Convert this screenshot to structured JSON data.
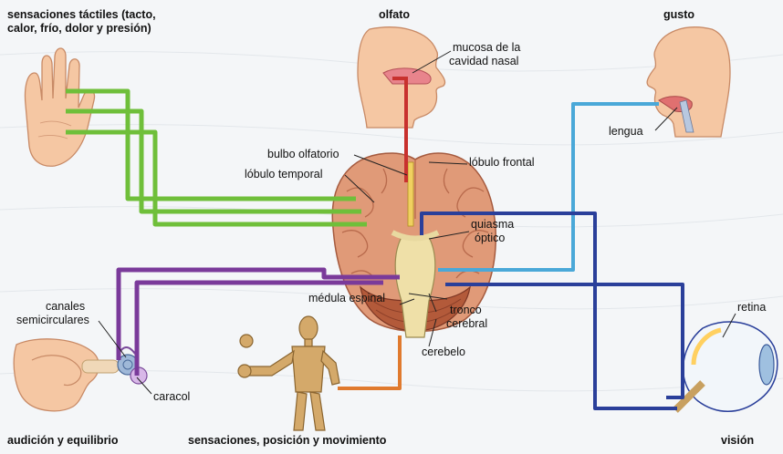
{
  "colors": {
    "touch_path": "#6fbf3a",
    "hearing_path": "#7a3a9a",
    "vision_path": "#2a3f9a",
    "taste_path": "#4aa8d8",
    "smell_path": "#c8312e",
    "motion_path": "#e07a2e",
    "brain": "#e09a78",
    "skin": "#f5c7a3"
  },
  "icons": [
    "hand-icon",
    "head-icon",
    "ear-icon",
    "eye-icon",
    "brain-icon",
    "mannequin-icon"
  ],
  "labels": {
    "tactile_line1": "sensaciones táctiles (tacto,",
    "tactile_line2": "calor, frío, dolor y presión)",
    "olfato": "olfato",
    "gusto": "gusto",
    "mucosa_line1": "mucosa de la",
    "mucosa_line2": "cavidad nasal",
    "lengua": "lengua",
    "bulbo_olfatorio": "bulbo olfatorio",
    "lobulo_temporal": "lóbulo temporal",
    "lobulo_frontal": "lóbulo frontal",
    "quiasma_line1": "quiasma",
    "quiasma_line2": "óptico",
    "medula_espinal": "médula espinal",
    "tronco_line1": "tronco",
    "tronco_line2": "cerebral",
    "cerebelo": "cerebelo",
    "canales_line1": "canales",
    "canales_line2": "semicirculares",
    "caracol": "caracol",
    "retina": "retina",
    "audicion": "audición y equilibrio",
    "sensaciones_posicion": "sensaciones, posición y movimiento",
    "vision": "visión"
  }
}
